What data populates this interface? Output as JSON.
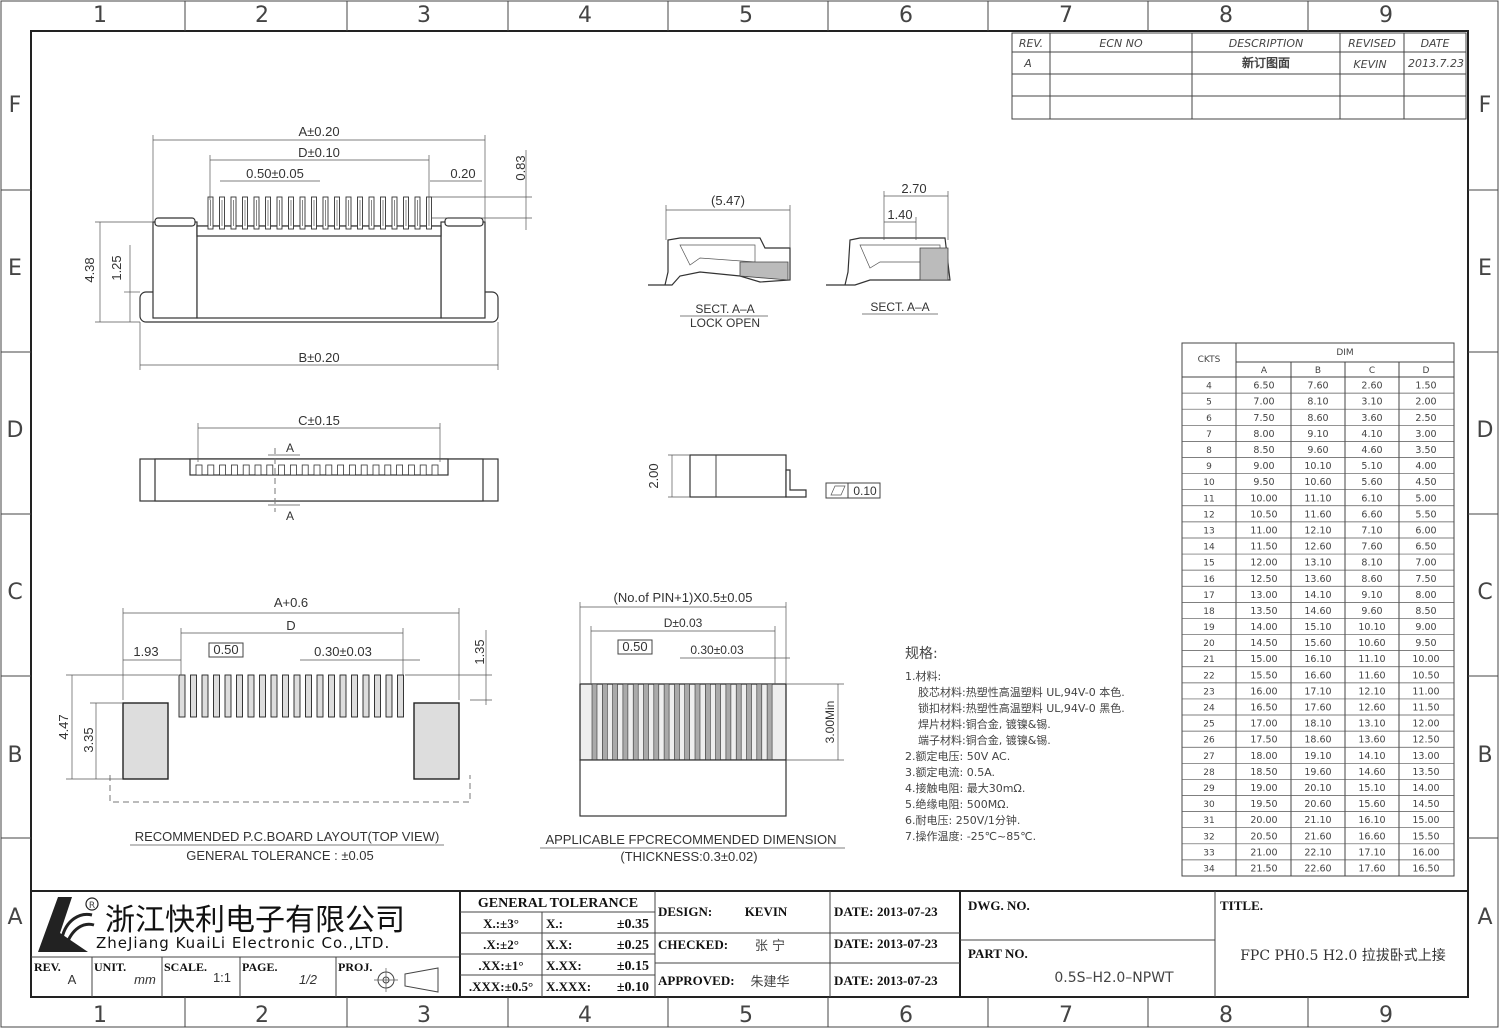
{
  "border": {
    "cols": [
      "1",
      "2",
      "3",
      "4",
      "5",
      "6",
      "7",
      "8",
      "9"
    ],
    "rows": [
      "F",
      "E",
      "D",
      "C",
      "B",
      "A"
    ]
  },
  "revision_table": {
    "headers": [
      "REV.",
      "ECN NO",
      "DESCRIPTION",
      "REVISED",
      "DATE"
    ],
    "rows": [
      [
        "A",
        "",
        "新订图面",
        "KEVIN",
        "2013.7.23"
      ],
      [
        "",
        "",
        "",
        "",
        ""
      ],
      [
        "",
        "",
        "",
        "",
        ""
      ]
    ]
  },
  "views": {
    "top": {
      "a": "A±0.20",
      "d": "D±0.10",
      "pitch": "0.50±0.05",
      "w": "0.20",
      "h1": "0.83",
      "h2": "4.38",
      "h3": "1.25",
      "b": "B±0.20"
    },
    "front": {
      "c": "C±0.15",
      "sec_a1": "A",
      "sec_a2": "A"
    },
    "sect_open": {
      "dim": "(5.47)",
      "label1": "SECT. A–A",
      "label2": "LOCK OPEN"
    },
    "sect": {
      "dim1": "2.70",
      "dim2": "1.40",
      "label": "SECT. A–A"
    },
    "side": {
      "h": "2.00",
      "flat": "0.10"
    },
    "pcb": {
      "a": "A+0.6",
      "d": "D",
      "d1": "1.93",
      "pitch": "0.50",
      "w": "0.30±0.03",
      "h1": "1.35",
      "h2": "4.47",
      "h3": "3.35",
      "title": "RECOMMENDED P.C.BOARD LAYOUT(TOP VIEW)",
      "tol": "GENERAL TOLERANCE : ±0.05"
    },
    "fpc": {
      "top": "(No.of PIN+1)X0.5±0.05",
      "d": "D±0.03",
      "pitch": "0.50",
      "w": "0.30±0.03",
      "h": "3.00Min",
      "title": "APPLICABLE FPCRECOMMENDED DIMENSION",
      "thick": "(THICKNESS:0.3±0.02)"
    }
  },
  "specs": {
    "title": "规格:",
    "lines": [
      "1.材料:",
      "胶芯材料:热塑性高温塑料 UL,94V-0 本色.",
      "锁扣材料:热塑性高温塑料 UL,94V-0 黑色.",
      "焊片材料:铜合金, 镀镍&锡.",
      "端子材料:铜合金, 镀镍&锡.",
      "2.额定电压: 50V AC.",
      "3.额定电流: 0.5A.",
      "4.接触电阻: 最大30mΩ.",
      "5.绝缘电阻: 500MΩ.",
      "6.耐电压: 250V/1分钟.",
      "7.操作温度: -25℃~85℃."
    ]
  },
  "dim_table": {
    "ckts_label": "CKTS",
    "dim_label": "DIM",
    "cols": [
      "A",
      "B",
      "C",
      "D"
    ],
    "rows": [
      [
        "4",
        "6.50",
        "7.60",
        "2.60",
        "1.50"
      ],
      [
        "5",
        "7.00",
        "8.10",
        "3.10",
        "2.00"
      ],
      [
        "6",
        "7.50",
        "8.60",
        "3.60",
        "2.50"
      ],
      [
        "7",
        "8.00",
        "9.10",
        "4.10",
        "3.00"
      ],
      [
        "8",
        "8.50",
        "9.60",
        "4.60",
        "3.50"
      ],
      [
        "9",
        "9.00",
        "10.10",
        "5.10",
        "4.00"
      ],
      [
        "10",
        "9.50",
        "10.60",
        "5.60",
        "4.50"
      ],
      [
        "11",
        "10.00",
        "11.10",
        "6.10",
        "5.00"
      ],
      [
        "12",
        "10.50",
        "11.60",
        "6.60",
        "5.50"
      ],
      [
        "13",
        "11.00",
        "12.10",
        "7.10",
        "6.00"
      ],
      [
        "14",
        "11.50",
        "12.60",
        "7.60",
        "6.50"
      ],
      [
        "15",
        "12.00",
        "13.10",
        "8.10",
        "7.00"
      ],
      [
        "16",
        "12.50",
        "13.60",
        "8.60",
        "7.50"
      ],
      [
        "17",
        "13.00",
        "14.10",
        "9.10",
        "8.00"
      ],
      [
        "18",
        "13.50",
        "14.60",
        "9.60",
        "8.50"
      ],
      [
        "19",
        "14.00",
        "15.10",
        "10.10",
        "9.00"
      ],
      [
        "20",
        "14.50",
        "15.60",
        "10.60",
        "9.50"
      ],
      [
        "21",
        "15.00",
        "16.10",
        "11.10",
        "10.00"
      ],
      [
        "22",
        "15.50",
        "16.60",
        "11.60",
        "10.50"
      ],
      [
        "23",
        "16.00",
        "17.10",
        "12.10",
        "11.00"
      ],
      [
        "24",
        "16.50",
        "17.60",
        "12.60",
        "11.50"
      ],
      [
        "25",
        "17.00",
        "18.10",
        "13.10",
        "12.00"
      ],
      [
        "26",
        "17.50",
        "18.60",
        "13.60",
        "12.50"
      ],
      [
        "27",
        "18.00",
        "19.10",
        "14.10",
        "13.00"
      ],
      [
        "28",
        "18.50",
        "19.60",
        "14.60",
        "13.50"
      ],
      [
        "29",
        "19.00",
        "20.10",
        "15.10",
        "14.00"
      ],
      [
        "30",
        "19.50",
        "20.60",
        "15.60",
        "14.50"
      ],
      [
        "31",
        "20.00",
        "21.10",
        "16.10",
        "15.00"
      ],
      [
        "32",
        "20.50",
        "21.60",
        "16.60",
        "15.50"
      ],
      [
        "33",
        "21.00",
        "22.10",
        "17.10",
        "16.00"
      ],
      [
        "34",
        "21.50",
        "22.60",
        "17.60",
        "16.50"
      ]
    ]
  },
  "title_block": {
    "company_cn": "浙江快利电子有限公司",
    "company_en": "ZheJiang KuaiLi Electronic Co.,LTD.",
    "rev_label": "REV.",
    "rev": "A",
    "unit_label": "UNIT.",
    "unit": "mm",
    "scale_label": "SCALE.",
    "scale": "1:1",
    "page_label": "PAGE.",
    "page": "1/2",
    "proj_label": "PROJ.",
    "gt_title": "GENERAL TOLERANCE",
    "gt": [
      [
        "X.:±3°",
        "X.:",
        "±0.35"
      ],
      [
        ".X:±2°",
        "X.X:",
        "±0.25"
      ],
      [
        ".XX:±1°",
        "X.XX:",
        "±0.15"
      ],
      [
        ".XXX:±0.5°",
        "X.XXX:",
        "±0.10"
      ]
    ],
    "design_label": "DESIGN:",
    "design": "KEVIN",
    "checked_label": "CHECKED:",
    "checked": "张 宁",
    "approved_label": "APPROVED:",
    "approved": "朱建华",
    "date_label": "DATE:",
    "date1": "2013-07-23",
    "date2": "2013-07-23",
    "date3": "2013-07-23",
    "dwg_label": "DWG. NO.",
    "part_label": "PART NO.",
    "part": "0.5S–H2.0–NPWT",
    "title_label": "TITLE.",
    "title": "FPC PH0.5 H2.0 拉拔卧式上接"
  }
}
